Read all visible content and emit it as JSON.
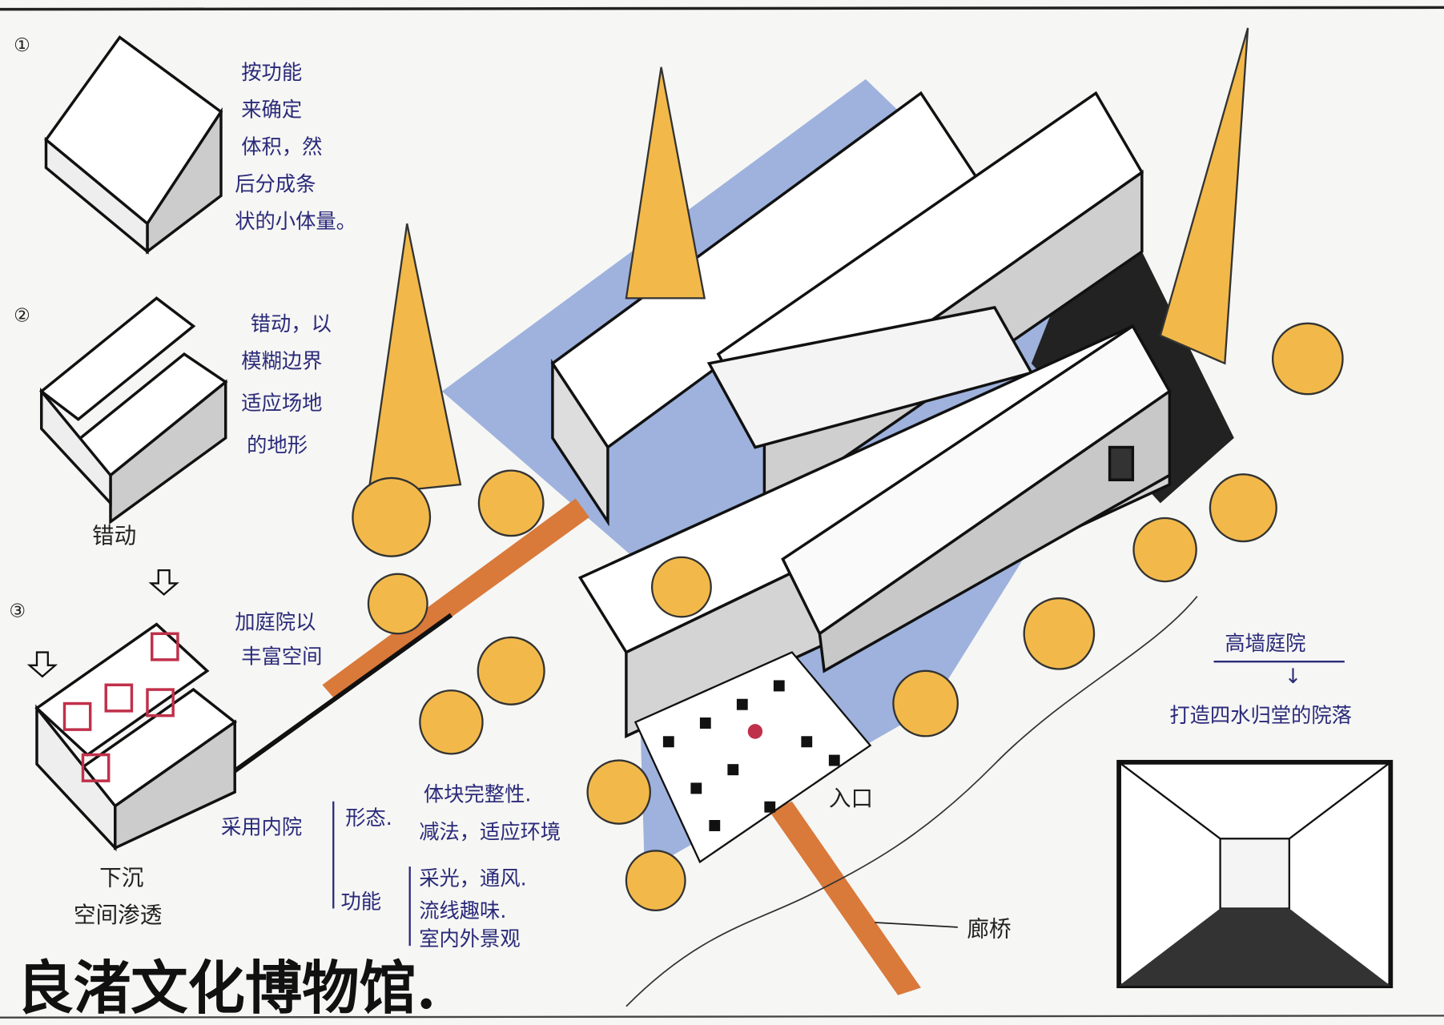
{
  "title": "良渚文化博物馆.",
  "steps": [
    {
      "number": "①",
      "lines": [
        "按功能",
        "来确定",
        "体积，然",
        "后分成条",
        "状的小体量。"
      ]
    },
    {
      "number": "②",
      "lines": [
        "错动，以",
        "模糊边界",
        "适应场地",
        "的地形"
      ],
      "caption": "错动"
    },
    {
      "number": "③",
      "caption_lines": [
        "下沉",
        "空间渗透"
      ]
    }
  ],
  "courtyard_note": [
    "加庭院以",
    "丰富空间"
  ],
  "high_wall": {
    "heading": "高墙庭院",
    "arrow": "↓",
    "text": "打造四水归堂的院落"
  },
  "inner_court": {
    "root": "采用内院",
    "form": {
      "label": "形态.",
      "items": [
        "体块完整性.",
        "减法，适应环境"
      ]
    },
    "function": {
      "label": "功能",
      "items": [
        "采光，通风.",
        "流线趣味.",
        "室内外景观"
      ]
    }
  },
  "labels": {
    "entrance": "入口",
    "bridge": "廊桥"
  },
  "colors": {
    "ink": "#2a2a7a",
    "water": "#8ea6d8",
    "tree": "#f2b94a",
    "bridge": "#d9793a",
    "courtyard_red": "#c0304a"
  }
}
